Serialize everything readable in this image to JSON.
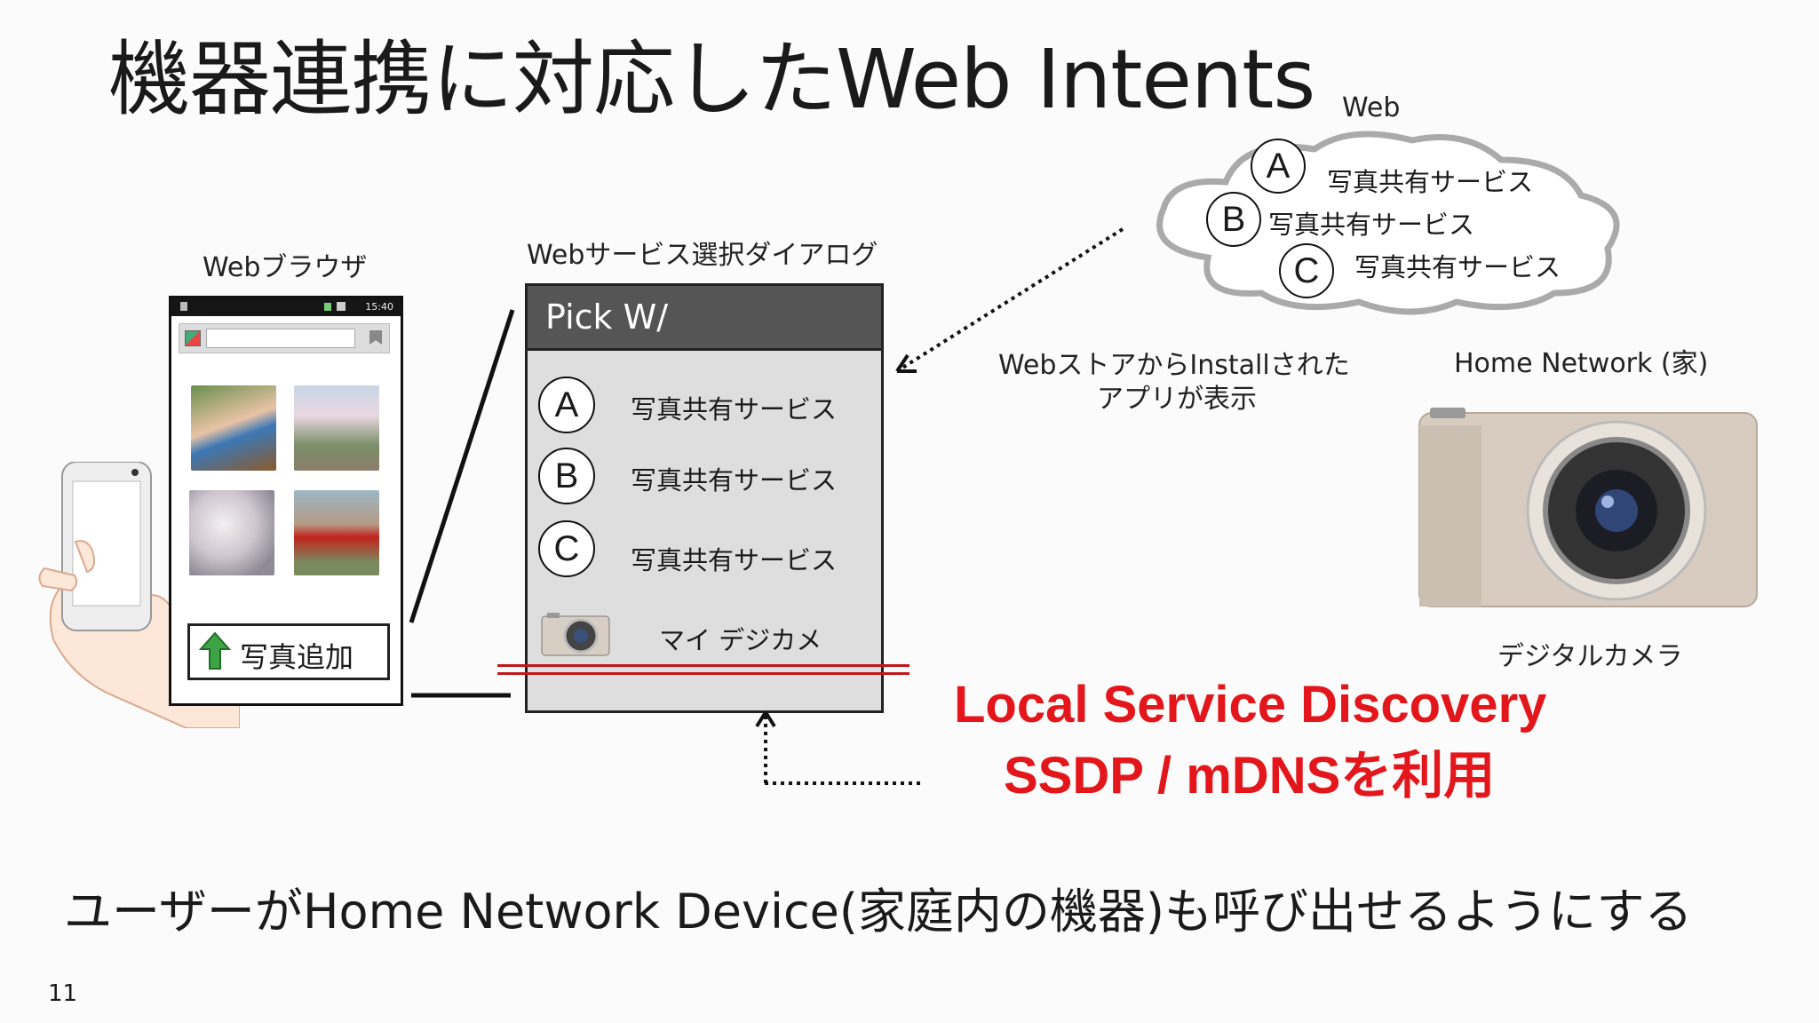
{
  "slide": {
    "title": "機器連携に対応したWeb Intents",
    "page_number": "11",
    "bottom_caption": "ユーザーがHome Network Device(家庭内の機器)も呼び出せるようにする"
  },
  "browser": {
    "caption": "Webブラウザ",
    "status_time": "15:40",
    "add_button_label": "写真追加"
  },
  "dialog": {
    "caption": "Webサービス選択ダイアログ",
    "header": "Pick W/",
    "services": [
      {
        "letter": "A",
        "label": "写真共有サービス"
      },
      {
        "letter": "B",
        "label": "写真共有サービス"
      },
      {
        "letter": "C",
        "label": "写真共有サービス"
      }
    ],
    "device_label": "マイ デジカメ"
  },
  "cloud": {
    "caption": "Web",
    "services": [
      {
        "letter": "A",
        "label": "写真共有サービス"
      },
      {
        "letter": "B",
        "label": "写真共有サービス"
      },
      {
        "letter": "C",
        "label": "写真共有サービス"
      }
    ],
    "store_note_line1": "WebストアからInstallされた",
    "store_note_line2": "アプリが表示"
  },
  "home": {
    "caption": "Home Network (家)",
    "camera_caption": "デジタルカメラ"
  },
  "discovery": {
    "line1": "Local Service Discovery",
    "line2": "SSDP / mDNSを利用"
  },
  "colors": {
    "accent_red": "#e3161b",
    "dialog_header": "#555555",
    "dialog_body": "#dedede"
  }
}
